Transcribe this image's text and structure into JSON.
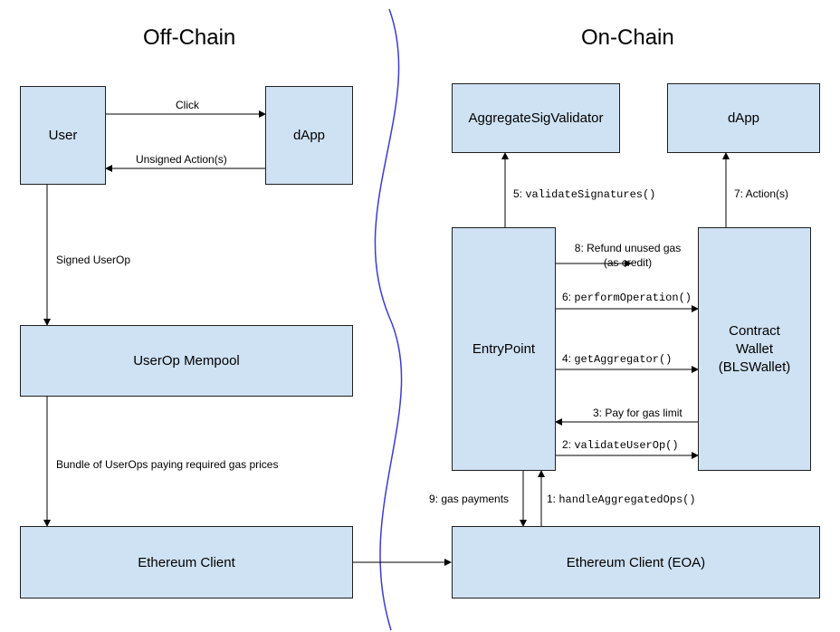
{
  "headings": {
    "off_chain": "Off-Chain",
    "on_chain": "On-Chain"
  },
  "boxes": {
    "user": "User",
    "dapp_off": "dApp",
    "mempool": "UserOp Mempool",
    "eth_client": "Ethereum Client",
    "aggregator": "AggregateSigValidator",
    "dapp_on": "dApp",
    "entrypoint": "EntryPoint",
    "wallet": "Contract\nWallet\n(BLSWallet)",
    "eth_client_eoa": "Ethereum Client (EOA)"
  },
  "labels": {
    "click": "Click",
    "unsigned": "Unsigned Action(s)",
    "signed": "Signed UserOp",
    "bundle": "Bundle of UserOps paying required gas prices",
    "validate_sig_prefix": "5: ",
    "validate_sig_code": "validateSignatures()",
    "actions": "7: Action(s)",
    "refund": "8: Refund unused gas\n(as credit)",
    "perform_prefix": "6: ",
    "perform_code": "performOperation()",
    "get_agg_prefix": "4: ",
    "get_agg_code": "getAggregator()",
    "pay_gas": "3: Pay for gas limit",
    "validate_op_prefix": "2: ",
    "validate_op_code": "validateUserOp()",
    "gas_payments": "9: gas payments",
    "handle_prefix": "1: ",
    "handle_code": "handleAggregatedOps()"
  },
  "colors": {
    "box_fill": "#cfe2f3",
    "box_border": "#1f1f1f",
    "divider": "#3b3bd6",
    "arrow": "#000000"
  }
}
